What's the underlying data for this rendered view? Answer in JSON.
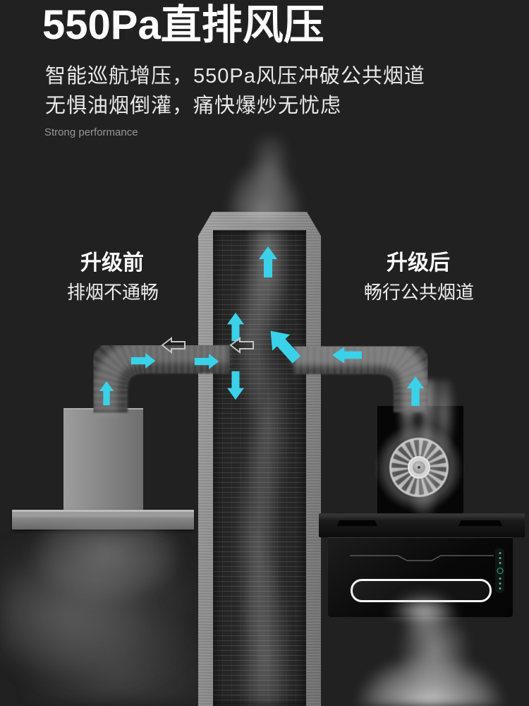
{
  "header": {
    "title": "550Pa直排风压",
    "subtitle_line1": "智能巡航增压，550Pa风压冲破公共烟道",
    "subtitle_line2": "无惧油烟倒灌，痛快爆炒无忧虑",
    "tagline": "Strong performance"
  },
  "comparison": {
    "before": {
      "title": "升级前",
      "caption": "排烟不通畅"
    },
    "after": {
      "title": "升级后",
      "caption": "畅行公共烟道"
    }
  },
  "colors": {
    "background": "#212121",
    "title_text": "#ffffff",
    "body_text": "#e8e8e8",
    "muted_text": "#979797",
    "accent_arrow": "#3ad2e8",
    "backflow_arrow_outline": "#c4c4c4",
    "chimney_frame": "#8d8d8d",
    "brick_interior": "#262626",
    "old_hood_metal": "#8a8a8a",
    "new_hood_black": "#0b0b0b",
    "inlet_outline": "#f5f5f5",
    "indicator_teal": "#35ab97"
  },
  "icons": {
    "flow_arrow": "arrow-up-icon / arrow-right-icon / arrow-left-icon / arrow-down-icon / arrow-up-left-icon (solid cyan airflow arrows)",
    "backflow_arrow": "arrow-left-outline-icon (hollow gray blocked-backflow arrows)",
    "blower_fan": "fan-turbine-icon (cutaway blower wheel of the new hood)"
  }
}
